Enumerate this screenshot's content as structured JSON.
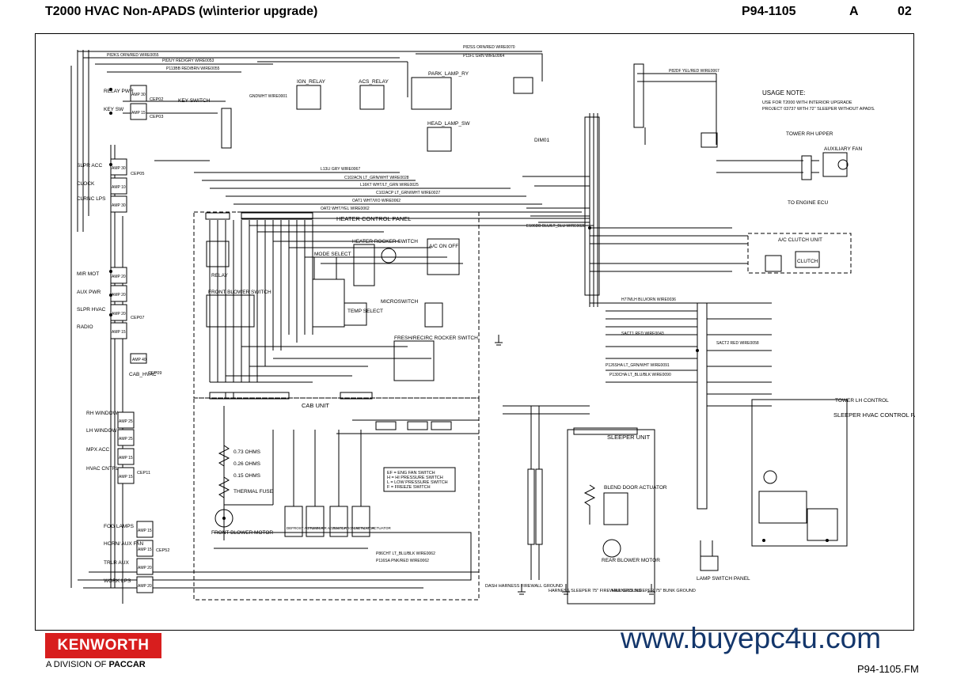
{
  "header": {
    "title": "T2000 HVAC Non-APADS (w\\interior upgrade)",
    "drawing_no": "P94-1105",
    "rev": "A",
    "sheet": "02"
  },
  "footer": {
    "brand": "KENWORTH",
    "division": "A DIVISION OF",
    "parent": "PACCAR",
    "watermark": "www.buyepc4u.com",
    "file": "P94-1105.FM"
  },
  "blocks": {
    "heater_panel": "HEATER CONTROL PANEL",
    "cab_unit": "CAB UNIT",
    "sleeper_unit": "SLEEPER UNIT",
    "sleeper_hvac": "SLEEPER HVAC CONTROL PANEL",
    "ac_clutch": "A/C CLUTCH UNIT",
    "clutch": "CLUTCH",
    "aux_fan": "AUXILIARY FAN",
    "usage_title": "USAGE NOTE:",
    "usage_text": [
      "USE FOR T2000 WITH INTERIOR UPGRADE",
      "PROJECT 03737 WITH 72\" SLEEPER WITHOUT APADS."
    ],
    "legend": [
      "EF = ENG FAN SWITCH",
      "H = HI PRESSURE SWITCH",
      "L = LOW PRESSURE SWITCH",
      "F = FREEZE SWITCH"
    ]
  },
  "components": {
    "key_switch": "KEY SWITCH",
    "ign_relay": "IGN_RELAY",
    "acs_relay": "ACS_RELAY",
    "park_lamp": "PARK_LAMP_RY",
    "head_lamp": "HEAD_LAMP_SW",
    "relay": "RELAY",
    "front_blower_sw": "FRONT BLOWER SWITCH",
    "front_blower_motor": "FRONT BLOWER MOTOR",
    "thermal_fuse": "THERMAL FUSE",
    "mode_select": "MODE SELECT",
    "heater_rocker": "HEATER ROCKER SWITCH",
    "temp_select": "TEMP SELECT",
    "fresh_recirc": "FRESH/RECIRC ROCKER SWITCH",
    "microswitch": "MICROSWITCH",
    "ac_on_off": "A/C ON OFF",
    "ohms": [
      "0.73 OHMS",
      "0.26 OHMS",
      "0.15 OHMS"
    ],
    "actuators": [
      "DEFROST ACTUATOR",
      "FRESH AIR ACTUATOR",
      "VENTILATION ACTUATOR",
      "DEFROST ACTUATOR"
    ],
    "rear_blower": "REAR BLOWER MOTOR",
    "blend_door": "BLEND DOOR ACTUATOR",
    "dimmer": "DIM01",
    "tower_rh": "TOWER RH UPPER",
    "tower_lh": "TOWER LH CONTROL",
    "engine_ecu": "TO ENGINE ECU",
    "ground_labels": [
      "DASH HARNESS FIREWALL GROUND",
      "HARNESS SLEEPER 75\" FIREWALL GROUND",
      "HARNESS SLEEPER 75\" BUNK GROUND"
    ],
    "lamp_switch": "LAMP SWITCH PANEL"
  },
  "fuses": [
    {
      "id": "CEP02",
      "name": "RELAY PWR",
      "amp": "AMP 30"
    },
    {
      "id": "CEP03",
      "name": "KEY SW",
      "amp": "AMP 15"
    },
    {
      "id": "CEP05",
      "name": "SLPR ACC",
      "amp": "AMP 30"
    },
    {
      "id": "CEP05",
      "name": "CLOCK",
      "amp": "AMP 10"
    },
    {
      "id": "CEP05",
      "name": "CLRNC LPS",
      "amp": "AMP 30"
    },
    {
      "id": "CEP07",
      "name": "MIR MOT",
      "amp": "AMP 20"
    },
    {
      "id": "CEP07",
      "name": "AUX PWR",
      "amp": "AMP 20"
    },
    {
      "id": "CEP07",
      "name": "SLPR HVAC",
      "amp": "AMP 20"
    },
    {
      "id": "CEP07",
      "name": "RADIO",
      "amp": "AMP 15"
    },
    {
      "id": "CEP09",
      "name": "CAB_HVAC",
      "amp": "AMP 40"
    },
    {
      "id": "CEP11",
      "name": "RH WINDOW",
      "amp": "AMP 25"
    },
    {
      "id": "CEP11",
      "name": "LH WINDOW",
      "amp": "AMP 25"
    },
    {
      "id": "CEP11",
      "name": "MPX ACC",
      "amp": "AMP 15"
    },
    {
      "id": "CEP11",
      "name": "HVAC CNTRL",
      "amp": "AMP 15"
    },
    {
      "id": "CEP52",
      "name": "FOG LAMPS",
      "amp": "AMP 15"
    },
    {
      "id": "CEP52",
      "name": "HORN/ AUX FAN",
      "amp": "AMP 15"
    },
    {
      "id": "CEP52",
      "name": "TRLR AUX",
      "amp": "AMP 20"
    },
    {
      "id": "CEP52",
      "name": "WORK LPS",
      "amp": "AMP 20"
    }
  ],
  "wires": [
    "P82SS ORN/RED WIRE0070",
    "P82KS ORN/RED WIRE0055",
    "P82UY RED/GRY WIRE0053",
    "P113BB RED/BRN WIRE0055",
    "GNDWHT WIRE0001",
    "L13LI GRY WIRE0067",
    "C102ACN LT_GRN/WHT WIRE0028",
    "L16KT WHT/LT_GRN WIRE0025",
    "C102ACP LT_GRN/WHT WIRE0027",
    "OAT1 WHT/VIO WIRE0062",
    "OAT2 WHT/YEL WIRE0062",
    "E106DB BLU/LT_BLU WIRE0028",
    "H77MLH BLU/ORN WIRE0036",
    "SACT1 RED WIRE0043",
    "SACT2 RED WIRE0058",
    "P126SHA LT_GRN/WHT WIRE0091",
    "P130CHA LT_BLU/BLK WIRE0090",
    "P11FL GRN WIRE0064",
    "P82DF YEL/RED WIRE0067",
    "P86CHT LT_BLU/BLK WIRE0062",
    "P116SA PNK/RED WIRE0062"
  ]
}
